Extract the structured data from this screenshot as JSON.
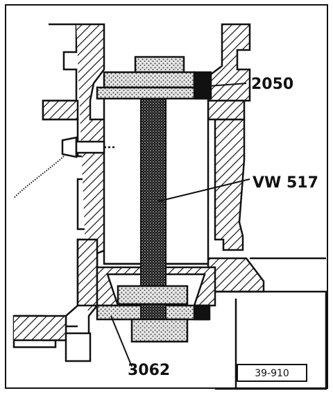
{
  "callouts": {
    "tool_2050": "2050",
    "tool_vw517": "VW 517",
    "tool_3062": "3062"
  },
  "figure_ref": "39-910"
}
